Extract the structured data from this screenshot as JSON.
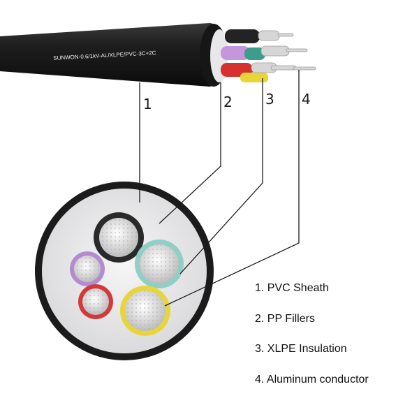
{
  "cable": {
    "print_text": "SUNWON-0.6/1kV-AL/XLPE/PVC-3C+2C"
  },
  "callouts": [
    {
      "num": "1"
    },
    {
      "num": "2"
    },
    {
      "num": "3"
    },
    {
      "num": "4"
    }
  ],
  "legend": [
    {
      "text": "1. PVC Sheath"
    },
    {
      "text": "2. PP Fillers"
    },
    {
      "text": "3. XLPE Insulation"
    },
    {
      "text": "4. Aluminum conductor"
    }
  ],
  "colors": {
    "sheath": "#1c1c1c",
    "filler": "#e9e9ea",
    "core_black": "#2a2a2a",
    "core_teal": "#8fcfc6",
    "core_yellow": "#e8d53c",
    "core_violet": "#b48ad0",
    "core_red": "#d23a3a",
    "conductor": "#d9d9d9"
  }
}
